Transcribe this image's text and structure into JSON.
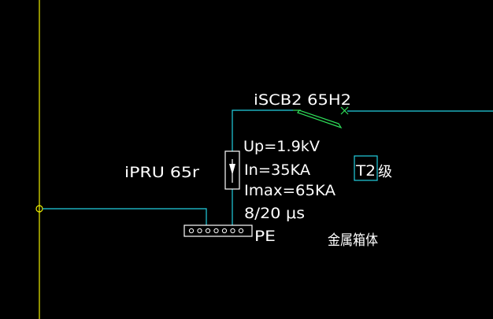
{
  "colors": {
    "background": "#000000",
    "yellow_bus": "#f0f000",
    "cyan_wire": "#22cfe0",
    "green_breaker": "#2fe05a",
    "white_text": "#ffffff"
  },
  "breaker": {
    "label": "iSCB2 65H2"
  },
  "spd": {
    "model": "iPRU 65r",
    "params": {
      "up": "Up=1.9kV",
      "in": "In=35KA",
      "imax": "Imax=65KA",
      "waveform": "8/20 μs"
    },
    "class_box": "T2",
    "class_suffix": "级"
  },
  "terminal": {
    "label": "PE"
  },
  "enclosure": {
    "label": "金属箱体"
  }
}
